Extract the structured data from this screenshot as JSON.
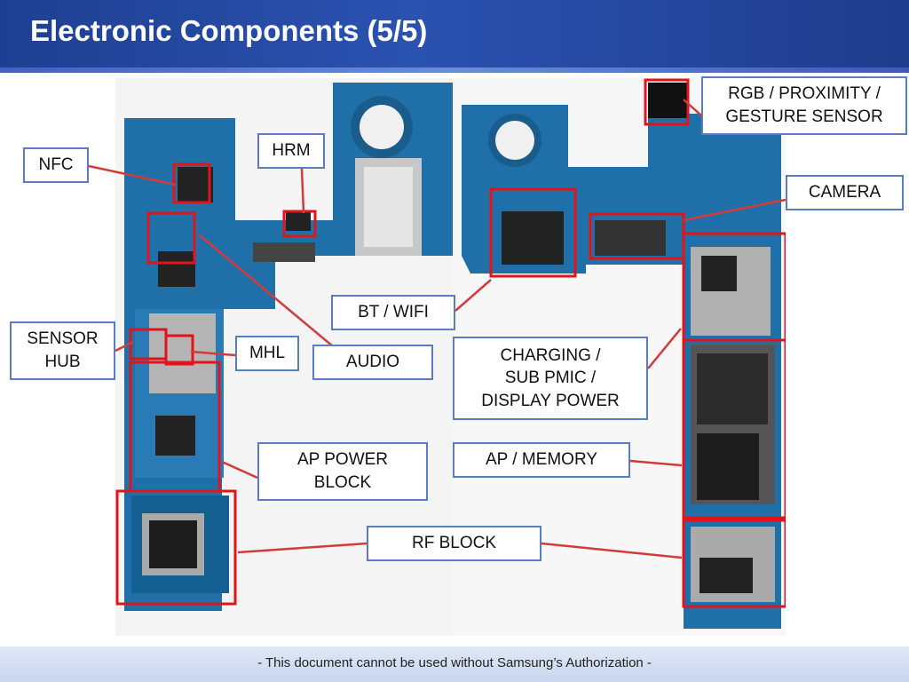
{
  "slide": {
    "title": "Electronic Components (5/5)",
    "footer": "- This document cannot be used without Samsung’s Authorization -"
  },
  "colors": {
    "header": "#2a52b0",
    "board": "#1f6fa8",
    "highlight": "#e0141a",
    "label_border": "#5b7dbf"
  },
  "labels": {
    "nfc": "NFC",
    "hrm": "HRM",
    "sensor_hub": "SENSOR\nHUB",
    "mhl": "MHL",
    "audio": "AUDIO",
    "ap_power": "AP POWER\nBLOCK",
    "bt_wifi": "BT / WIFI",
    "rgb": "RGB / PROXIMITY /\nGESTURE SENSOR",
    "camera": "CAMERA",
    "charging": "CHARGING /\nSUB PMIC /\nDISPLAY POWER",
    "ap_memory": "AP / MEMORY",
    "rf_block": "RF BLOCK"
  }
}
